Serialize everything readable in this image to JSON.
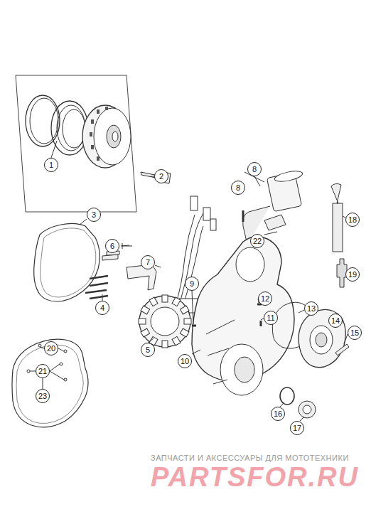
{
  "diagram": {
    "nodes": [
      {
        "text": [
          "1"
        ]
      },
      {
        "text": [
          "2"
        ]
      },
      {
        "text": [
          "8"
        ]
      },
      {
        "text": [
          "3"
        ]
      },
      {
        "text": [
          "8"
        ]
      },
      {
        "text": [
          "18"
        ]
      },
      {
        "text": [
          "22"
        ]
      },
      {
        "text": [
          "6"
        ]
      },
      {
        "text": [
          "7"
        ]
      },
      {
        "text": [
          "19"
        ]
      },
      {
        "text": [
          "9"
        ]
      },
      {
        "text": [
          "4"
        ]
      },
      {
        "text": [
          "12"
        ]
      },
      {
        "text": [
          "13"
        ]
      },
      {
        "text": [
          "11"
        ]
      },
      {
        "text": [
          "14"
        ]
      },
      {
        "text": [
          "15"
        ]
      },
      {
        "text": [
          "5"
        ]
      },
      {
        "text": [
          "20"
        ]
      },
      {
        "text": [
          "10"
        ]
      },
      {
        "text": [
          "21"
        ]
      },
      {
        "text": [
          "23"
        ]
      },
      {
        "text": [
          "16"
        ]
      },
      {
        "text": [
          "17"
        ]
      }
    ],
    "labels": [
      "ЗАПЧАСТИ И АКСЕССУАРЫ ДЛЯ МОТОТЕХНИКИ",
      "PARTSFOR.RU"
    ]
  }
}
